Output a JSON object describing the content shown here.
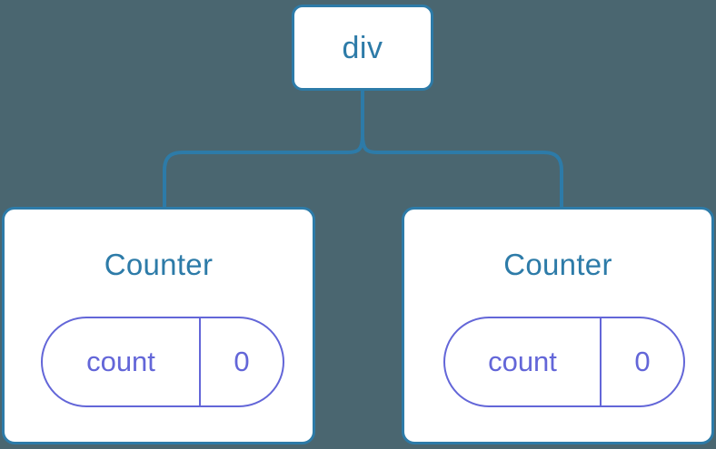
{
  "diagram": {
    "type": "component-tree",
    "background_color": "#4a6670",
    "node_border_color": "#2d7ba8",
    "node_text_color": "#2d7ba8",
    "node_fill_color": "#ffffff",
    "state_pill_color": "#6366d8",
    "connector_color": "#2d7ba8"
  },
  "root": {
    "label": "div"
  },
  "children": [
    {
      "title": "Counter",
      "state": {
        "key": "count",
        "value": "0"
      }
    },
    {
      "title": "Counter",
      "state": {
        "key": "count",
        "value": "0"
      }
    }
  ]
}
